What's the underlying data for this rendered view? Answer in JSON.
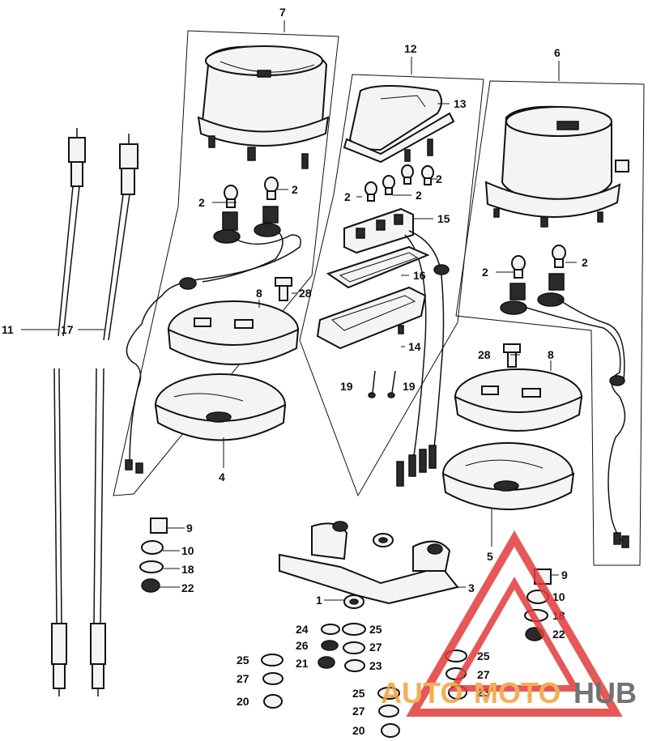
{
  "callouts": {
    "c7": "7",
    "c12": "12",
    "c13": "13",
    "c6": "6",
    "c2a": "2",
    "c2b": "2",
    "c2c": "2",
    "c2d": "2",
    "c2e": "2",
    "c2f": "2",
    "c2g": "2",
    "c15": "15",
    "c16": "16",
    "c14": "14",
    "c8a": "8",
    "c28a": "28",
    "c28b": "28",
    "c8b": "8",
    "c11": "11",
    "c17": "17",
    "c19a": "19",
    "c19b": "19",
    "c4": "4",
    "c5": "5",
    "c3": "3",
    "c1": "1",
    "c9a": "9",
    "c10a": "10",
    "c18a": "18",
    "c22a": "22",
    "c9b": "9",
    "c10b": "10",
    "c18b": "18",
    "c22b": "22",
    "c24": "24",
    "c26": "26",
    "c21": "21",
    "c25a": "25",
    "c27a": "27",
    "c23a": "23",
    "c25b": "25",
    "c27b": "27",
    "c20a": "20",
    "c25c": "25",
    "c27c": "27",
    "c20b": "20",
    "c25d": "25",
    "c27d": "27",
    "c23b": "23"
  },
  "watermark": {
    "text_a": "AUTO",
    "text_b": "MOTO",
    "text_c": "HUB",
    "color_red": "#e23b3b",
    "color_orange": "#f0a23a",
    "color_gray": "#5a5a5a"
  }
}
